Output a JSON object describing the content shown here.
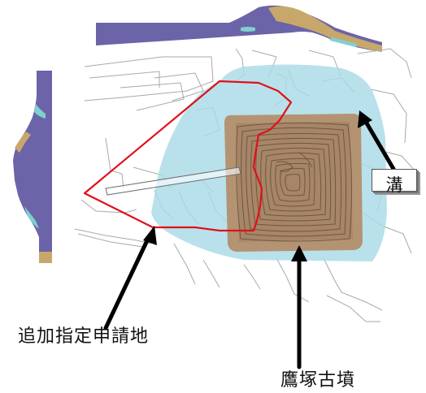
{
  "labels": {
    "addition_area": "追加指定申請地",
    "tomb": "鷹塚古墳",
    "moat": "溝"
  },
  "colors": {
    "section_profile_fill": "#6b64a8",
    "section_mound_fill": "#c8a86a",
    "section_water_fill": "#7fd0cf",
    "moat_fill": "#a9dbe6",
    "tomb_mound_fill": "#b49373",
    "contour_lines": "#5a4a36",
    "boundary_red": "#e0101a",
    "arrows": "#000000",
    "building_lines": "#a7a7a7"
  }
}
